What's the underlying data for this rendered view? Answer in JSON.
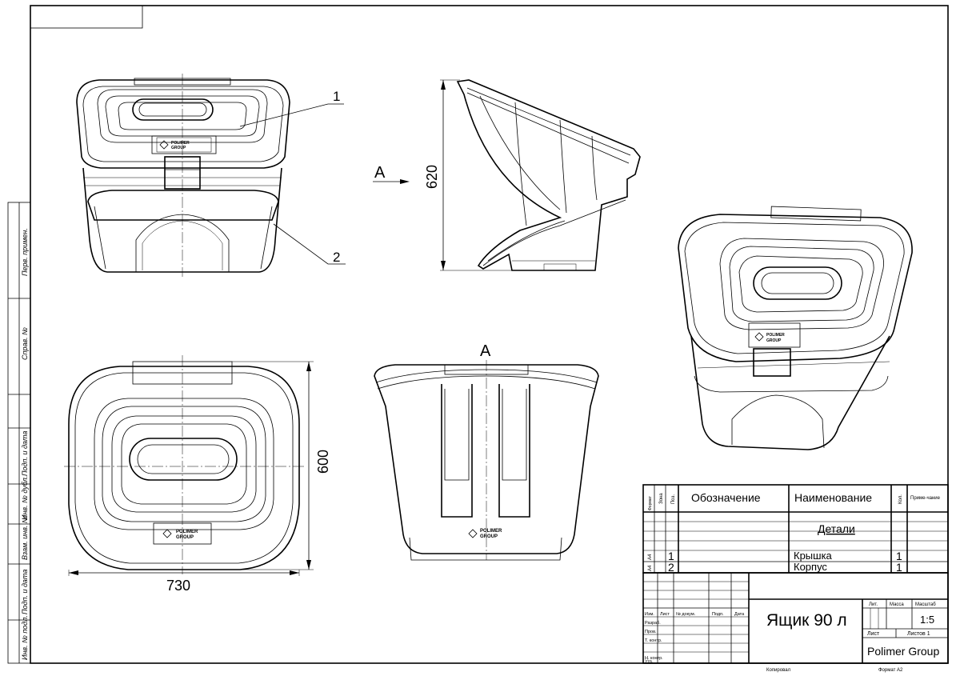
{
  "dimensions": {
    "height_front": "620",
    "width_top": "730",
    "depth_top": "600"
  },
  "view_marker": {
    "arrow_label": "A",
    "view_label": "A"
  },
  "leaders": {
    "part1": "1",
    "part2": "2"
  },
  "logo": {
    "line1": "POLIMER",
    "line2": "GROUP"
  },
  "margin_labels": [
    "Перв. примен.",
    "Справ. №",
    "Подп. и дата",
    "Инв. № дубл.",
    "Взам. инв. №",
    "Подп. и дата",
    "Инв. № подл."
  ],
  "spec": {
    "headers": {
      "format": "Формат",
      "zone": "Зона",
      "pos": "Поз.",
      "designation": "Обозначение",
      "name": "Наименование",
      "qty": "Кол.",
      "note": "Приме-чание"
    },
    "section": "Детали",
    "rows": [
      {
        "format": "А4",
        "pos": "1",
        "name": "Крышка",
        "qty": "1"
      },
      {
        "format": "А4",
        "pos": "2",
        "name": "Корпус",
        "qty": "1"
      }
    ]
  },
  "title_block": {
    "col_headers": [
      "Изм.",
      "Лист",
      "№ докум.",
      "Подп.",
      "Дата"
    ],
    "roles": [
      "Разраб.",
      "Пров.",
      "Т. контр.",
      "",
      "Н. контр.",
      "Утв."
    ],
    "title": "Ящик 90 л",
    "lit_label": "Лит.",
    "mass_label": "Масса",
    "scale_label": "Масштаб",
    "scale": "1:5",
    "sheet_label": "Лист",
    "sheets_label": "Листов 1",
    "company": "Polimer Group"
  },
  "footer": {
    "copied": "Копировал",
    "format": "Формат А2"
  }
}
